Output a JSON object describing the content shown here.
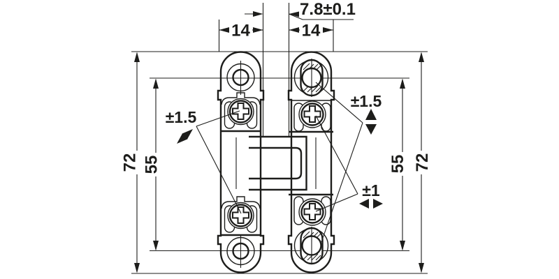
{
  "drawing": {
    "title": "concealed-hinge-dimension-drawing",
    "background_color": "#ffffff",
    "line_color": "#1d1d1b",
    "dimensions": {
      "gap_width": "7.8±0.1",
      "left_plate_width": "14",
      "right_plate_width": "14",
      "left_overall_height": "72",
      "left_hole_spacing": "55",
      "right_hole_spacing": "55",
      "right_overall_height": "72"
    },
    "adjustments": {
      "left_adjustment": "±1.5",
      "right_vertical_adjustment": "±1.5",
      "right_lateral_adjustment": "±1"
    },
    "icons": {
      "left": "diagonal-adjustment-arrows",
      "right_vertical": "up-down-adjustment-arrows",
      "right_lateral": "left-right-adjustment-arrows"
    }
  }
}
